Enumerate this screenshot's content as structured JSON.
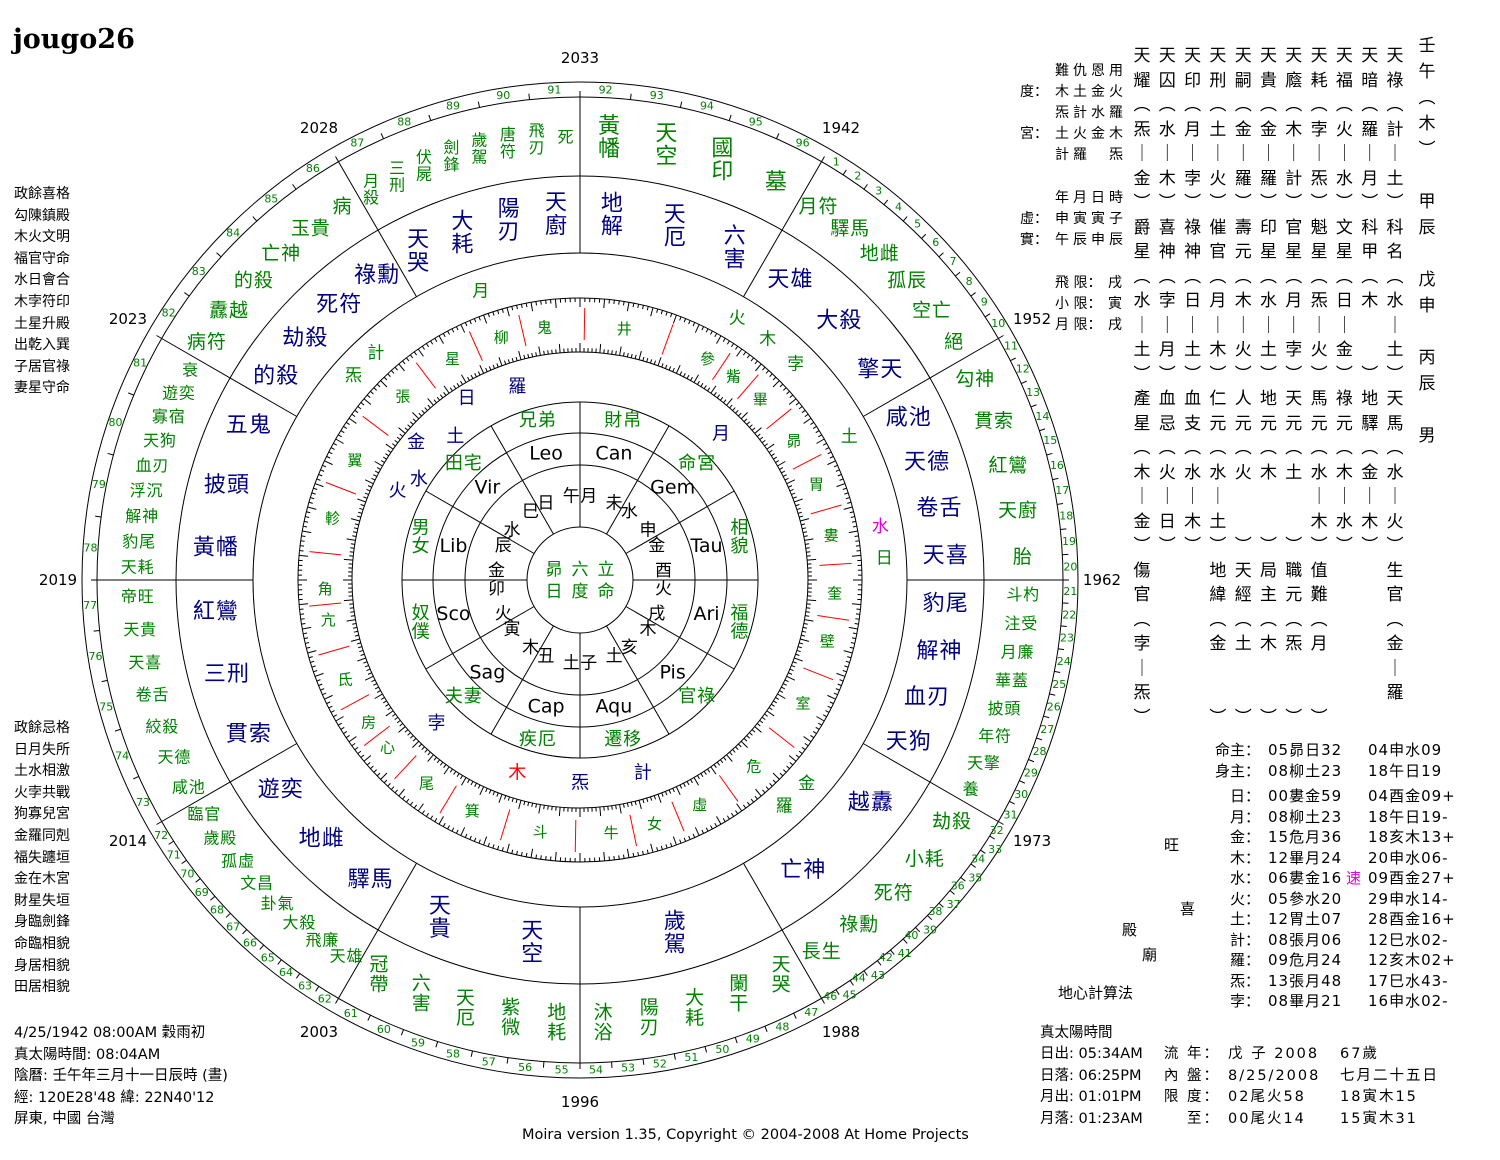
{
  "app_title": "jougo26",
  "copyright": "Moira version 1.35, Copyright © 2004-2008 At Home Projects",
  "left_notes_top": [
    "政餘喜格",
    "勾陳鎮殿",
    "木火文明",
    "福官守命",
    "水日會合",
    "木孛符印",
    "土星升殿",
    "出乾入巽",
    "子居官祿",
    "妻星守命"
  ],
  "left_notes_bottom": [
    "政餘忌格",
    "日月失所",
    "土水相激",
    "火孛共戰",
    "狗寡兒宮",
    "金羅同剋",
    "福失躔垣",
    "金在木宮",
    "財星失垣",
    "身臨劍鋒",
    "命臨相貌",
    "身居相貌",
    "田居相貌"
  ],
  "birth_info": [
    "4/25/1942 08:00AM 穀雨初",
    "真太陽時間: 08:04AM",
    "陰曆: 壬午年三月十一日辰時 (晝)",
    "經: 120E28'48  緯: 22N40'12",
    "屏東, 中國 台灣"
  ],
  "side_info": {
    "head": [
      "難",
      "仇",
      "恩",
      "用"
    ],
    "du_label": "度：",
    "du_rows": [
      [
        "木",
        "土",
        "金",
        "火"
      ],
      [
        "炁",
        "計",
        "水",
        "羅"
      ]
    ],
    "gong_label": "宮：",
    "gong_rows": [
      [
        "土",
        "火",
        "金",
        "木"
      ],
      [
        "計",
        "羅",
        "",
        "炁"
      ]
    ],
    "time_head": [
      "年",
      "月",
      "日",
      "時"
    ],
    "xu_label": "虛：",
    "xu": [
      "申",
      "寅",
      "寅",
      "子"
    ],
    "shi_label": "實：",
    "shi": [
      "午",
      "辰",
      "申",
      "辰"
    ],
    "limits": [
      {
        "label": "飛 限：",
        "value": "戌"
      },
      {
        "label": "小 限：",
        "value": "寅"
      },
      {
        "label": "月 限：",
        "value": "戌"
      }
    ]
  },
  "star_columns": [
    "天耀︵炁｜金︶爵星︵水｜土︶產星︵木｜金︶傷官︵孛｜炁︶",
    "天囚︵水｜木︶喜神︵孛｜月︶血忌︵火｜日︶　　　　　　　",
    "天印︵月｜孛︶祿神︵日｜土︶血支︵水｜木︶　　　　　　　",
    "天刑︵土｜火︶催官︵月｜木︶仁元︵水｜土︶地緯︵金　　︶",
    "天嗣︵金｜羅︶壽元︵木｜火︶人元︵火　　︶天經︵土　　︶",
    "天貴︵金｜羅︶印星︵水｜土︶地元︵木　　︶局主︵木　　︶",
    "天廕︵木｜計︶官星︵月｜孛︶天元︵土　　︶職元︵炁　　︶",
    "天耗︵孛｜炁︶魁星︵炁｜火︶馬元︵水｜木︶值難︵月　　︶",
    "天福︵火｜水︶文星︵日｜金︶祿元︵木｜水︶　　　　　　　",
    "天暗︵羅｜月︶科甲︵木　　︶地驛︵金｜木︶　　　　　　　",
    "天祿︵計｜土︶科名︵水｜土︶天馬︵水｜火︶生官︵金｜羅　"
  ],
  "pillar_column": "壬午︵木︶　甲辰　戊申　丙辰　男",
  "planet_table": [
    {
      "label": "命主：",
      "v1": "05昴日32",
      "v2": "04申水09"
    },
    {
      "label": "身主：",
      "v1": "08柳土23",
      "v2": "18午日19"
    },
    {
      "label": "日：",
      "v1": "00婁金59",
      "v2": "04酉金09+"
    },
    {
      "label": "月：",
      "v1": "08柳土23",
      "v2": "18午日19-"
    },
    {
      "label": "金：",
      "v1": "15危月36",
      "v2": "18亥木13+"
    },
    {
      "label": "木：",
      "v1": "12畢月24",
      "v2": "20申水06-"
    },
    {
      "label": "水：",
      "v1": "06婁金16",
      "v2": "09酉金27+",
      "speed": "速"
    },
    {
      "label": "火：",
      "v1": "05參水20",
      "v2": "29申水14-"
    },
    {
      "label": "土：",
      "v1": "12胃土07",
      "v2": "28酉金16+"
    },
    {
      "label": "計：",
      "v1": "08張月06",
      "v2": "12巳水02-"
    },
    {
      "label": "羅：",
      "v1": "09危月24",
      "v2": "12亥木02+"
    },
    {
      "label": "炁：",
      "v1": "13張月48",
      "v2": "17巳水43-"
    },
    {
      "label": "孛：",
      "v1": "08畢月21",
      "v2": "16申水02-"
    }
  ],
  "dignity_marks": {
    "wang": "旺",
    "xi": "喜",
    "dian": "殿",
    "miao": "廟",
    "method": "地心計算法"
  },
  "solar": {
    "title": "真太陽時間",
    "rows": [
      {
        "a": "日出: 05:34AM",
        "b": "流 年：",
        "c": "戊 子  2008",
        "d": "67歲"
      },
      {
        "a": "日落: 06:25PM",
        "b": "內 盤：",
        "c": "8/25/2008",
        "d": "七月二十五日"
      },
      {
        "a": "月出: 01:01PM",
        "b": "限 度：",
        "c": "02尾火58",
        "d": "18寅木15"
      },
      {
        "a": "月落: 01:23AM",
        "b": "至：",
        "c": "00尾火14",
        "d": "15寅木31"
      }
    ]
  },
  "colors": {
    "green": "#008000",
    "blue": "#000080",
    "red": "#ff0000",
    "magenta": "#e000e0"
  },
  "chart_data": {
    "type": "wheel",
    "hub": [
      "昴六立",
      "日度命"
    ],
    "sectors_clockwise_from_top": [
      {
        "zodiac": "Can",
        "branch": "未",
        "ruler": "月",
        "palace": "財帛",
        "year": "2033",
        "ages": [
          92,
          96
        ],
        "mid": [
          "地解",
          "天厄",
          "六害"
        ],
        "outer": [
          "黃幡",
          "天空",
          "國印",
          "墓"
        ]
      },
      {
        "zodiac": "Gem",
        "branch": "申",
        "ruler": "水",
        "palace": "命宮",
        "year": "1942",
        "ages": [
          1,
          10
        ],
        "mid": [
          "天雄",
          "大殺",
          "擎天"
        ],
        "outer": [
          "月符",
          "驛馬",
          "地雌",
          "孤辰",
          "空亡",
          "絕"
        ]
      },
      {
        "zodiac": "Tau",
        "branch": "酉",
        "ruler": "金",
        "palace": "相貌",
        "year": "1952",
        "ages": [
          11,
          20
        ],
        "mid": [
          "咸池",
          "天德",
          "卷舌",
          "天喜"
        ],
        "outer": [
          "勾神",
          "貫索",
          "紅鸞",
          "天廚",
          "胎"
        ]
      },
      {
        "zodiac": "Ari",
        "branch": "戌",
        "ruler": "火",
        "palace": "福德",
        "year": "1962",
        "ages": [
          21,
          31
        ],
        "mid": [
          "豹尾",
          "解神",
          "血刃",
          "天狗"
        ],
        "outer": [
          "斗杓",
          "注受",
          "月廉",
          "華蓋",
          "披頭",
          "年符",
          "天擎",
          "養"
        ]
      },
      {
        "zodiac": "Pis",
        "branch": "亥",
        "ruler": "木",
        "palace": "官祿",
        "year": "1973",
        "ages": [
          32,
          46
        ],
        "mid": [
          "越纛",
          "亡神"
        ],
        "outer": [
          "劫殺",
          "小耗",
          "死符",
          "祿勳",
          "長生"
        ]
      },
      {
        "zodiac": "Aqu",
        "branch": "子",
        "ruler": "土",
        "palace": "遷移",
        "year": "1988",
        "ages": [
          47,
          54
        ],
        "mid": [
          "歲駕"
        ],
        "outer": [
          "天哭",
          "闌干",
          "大耗",
          "陽刃",
          "沐浴"
        ]
      },
      {
        "zodiac": "Cap",
        "branch": "丑",
        "ruler": "土",
        "palace": "疾厄",
        "year": "1996",
        "ages": [
          55,
          61
        ],
        "mid": [
          "天空",
          "天貴"
        ],
        "outer": [
          "地耗",
          "紫微",
          "天厄",
          "六害",
          "冠帶"
        ]
      },
      {
        "zodiac": "Sag",
        "branch": "寅",
        "ruler": "木",
        "palace": "夫妻",
        "year": "2003",
        "ages": [
          62,
          72
        ],
        "mid": [
          "驛馬",
          "地雌",
          "遊奕"
        ],
        "outer": [
          "天雄",
          "飛廉",
          "大殺",
          "卦氣",
          "文昌",
          "孤虛",
          "歲殿",
          "臨官"
        ]
      },
      {
        "zodiac": "Sco",
        "branch": "卯",
        "ruler": "火",
        "palace": "奴僕",
        "year": "2014",
        "ages": [
          73,
          77
        ],
        "mid": [
          "貫索",
          "三刑",
          "紅鸞"
        ],
        "outer": [
          "咸池",
          "天德",
          "絞殺",
          "卷舌",
          "天喜",
          "天貴",
          "帝旺"
        ]
      },
      {
        "zodiac": "Lib",
        "branch": "辰",
        "ruler": "金",
        "palace": "男女",
        "year": "2019",
        "ages": [
          78,
          81
        ],
        "mid": [
          "黃幡",
          "披頭",
          "五鬼"
        ],
        "outer": [
          "天耗",
          "豹尾",
          "解神",
          "浮沉",
          "血刃",
          "天狗",
          "寡宿",
          "遊奕",
          "衰"
        ]
      },
      {
        "zodiac": "Vir",
        "branch": "巳",
        "ruler": "水",
        "palace": "田宅",
        "year": "2023",
        "ages": [
          82,
          86
        ],
        "mid": [
          "的殺",
          "劫殺",
          "死符",
          "祿勳"
        ],
        "outer": [
          "病符",
          "纛越",
          "的殺",
          "亡神",
          "玉貴",
          "病"
        ]
      },
      {
        "zodiac": "Leo",
        "branch": "午",
        "ruler": "日",
        "palace": "兄弟",
        "year": "2028",
        "ages": [
          87,
          91
        ],
        "mid": [
          "天哭",
          "大耗",
          "陽刃",
          "天廚"
        ],
        "outer": [
          "月殺",
          "三刑",
          "伏屍",
          "劍鋒",
          "歲駕",
          "唐符",
          "飛刃",
          "死"
        ]
      }
    ],
    "mansions": [
      {
        "name": "井",
        "deg": 10
      },
      {
        "name": "參",
        "deg": 30
      },
      {
        "name": "觜",
        "deg": 37
      },
      {
        "name": "畢",
        "deg": 45
      },
      {
        "name": "昴",
        "deg": 57
      },
      {
        "name": "胃",
        "deg": 68
      },
      {
        "name": "婁",
        "deg": 80
      },
      {
        "name": "奎",
        "deg": 93
      },
      {
        "name": "壁",
        "deg": 104
      },
      {
        "name": "室",
        "deg": 119
      },
      {
        "name": "危",
        "deg": 137
      },
      {
        "name": "虛",
        "deg": 152
      },
      {
        "name": "女",
        "deg": 163
      },
      {
        "name": "牛",
        "deg": 173
      },
      {
        "name": "斗",
        "deg": 189
      },
      {
        "name": "箕",
        "deg": 205
      },
      {
        "name": "尾",
        "deg": 217
      },
      {
        "name": "心",
        "deg": 229
      },
      {
        "name": "房",
        "deg": 236
      },
      {
        "name": "氐",
        "deg": 247
      },
      {
        "name": "亢",
        "deg": 261
      },
      {
        "name": "角",
        "deg": 268
      },
      {
        "name": "軫",
        "deg": 284
      },
      {
        "name": "翼",
        "deg": 298
      },
      {
        "name": "張",
        "deg": 316
      },
      {
        "name": "星",
        "deg": 330
      },
      {
        "name": "柳",
        "deg": 342
      },
      {
        "name": "鬼",
        "deg": 352
      }
    ],
    "natal_planets": [
      {
        "name": "羅",
        "deg": 342
      },
      {
        "name": "日",
        "deg": 328
      },
      {
        "name": "土",
        "deg": 319
      },
      {
        "name": "金",
        "deg": 310
      },
      {
        "name": "水",
        "deg": 302
      },
      {
        "name": "火",
        "deg": 296
      },
      {
        "name": "月",
        "deg": 44
      },
      {
        "name": "孛",
        "deg": 225
      },
      {
        "name": "木",
        "deg": 198,
        "color": "red"
      },
      {
        "name": "炁",
        "deg": 180
      },
      {
        "name": "計",
        "deg": 162
      }
    ],
    "transit_planets": [
      {
        "name": "月",
        "deg": 341
      },
      {
        "name": "計",
        "deg": 318
      },
      {
        "name": "炁",
        "deg": 312
      },
      {
        "name": "火",
        "deg": 31
      },
      {
        "name": "木",
        "deg": 38
      },
      {
        "name": "孛",
        "deg": 45
      },
      {
        "name": "土",
        "deg": 62
      },
      {
        "name": "水",
        "deg": 80,
        "color": "magenta"
      },
      {
        "name": "日",
        "deg": 86
      },
      {
        "name": "金",
        "deg": 132
      },
      {
        "name": "羅",
        "deg": 138
      }
    ]
  }
}
